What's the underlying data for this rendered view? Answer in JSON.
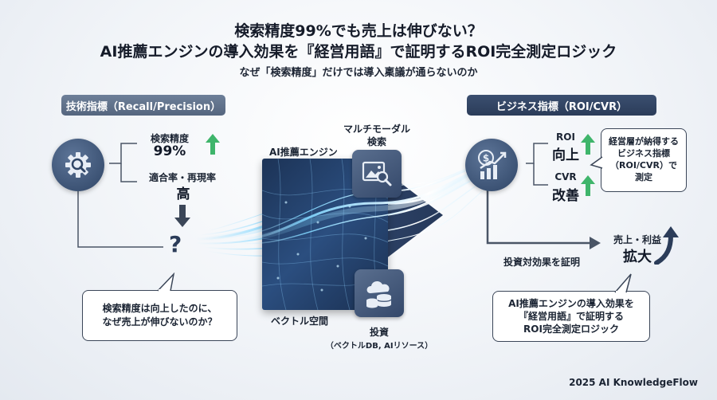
{
  "header": {
    "title_line1": "検索精度99%でも売上は伸びない？",
    "title_line2": "AI推薦エンジンの導入効果を『経営用語』で証明するROI完全測定ロジック",
    "subtitle": "なぜ「検索精度」だけでは導入稟議が通らないのか"
  },
  "left": {
    "pill": "技術指標（Recall/Precision）",
    "precision_label": "検索精度",
    "precision_value": "99%",
    "recall_label": "適合率・再現率",
    "recall_value": "高",
    "question_mark": "?",
    "bubble_line1": "検索精度は向上したのに、",
    "bubble_line2": "なぜ売上が伸びないのか？"
  },
  "center": {
    "engine_label": "AI推薦エンジン",
    "multimodal_line1": "マルチモーダル",
    "multimodal_line2": "検索",
    "vector_label": "ベクトル空間",
    "invest_label": "投資",
    "invest_sub": "（ベクトルDB, AIリソース）"
  },
  "right": {
    "pill": "ビジネス指標（ROI/CVR）",
    "roi_label": "ROI",
    "roi_value": "向上",
    "cvr_label": "CVR",
    "cvr_value": "改善",
    "bubble_line1": "経営層が納得する",
    "bubble_line2": "ビジネス指標",
    "bubble_line3": "（ROI/CVR）で",
    "bubble_line4": "測定",
    "sales_label": "売上・利益",
    "sales_value": "拡大",
    "invest_proof": "投資対効果を証明",
    "bottom_bubble_line1": "AI推薦エンジンの導入効果を",
    "bottom_bubble_line2": "『経営用語』で証明する",
    "bottom_bubble_line3": "ROI完全測定ロジック"
  },
  "footer": {
    "credit": "2025 AI KnowledgeFlow"
  },
  "colors": {
    "accent_green": "#3fb56b",
    "navy": "#2b3c59",
    "slate": "#5f718b",
    "glow": "#7fd6ff"
  },
  "icons": [
    "gear-search-icon",
    "arrow-up-icon",
    "arrow-down-icon",
    "image-search-icon",
    "cloud-database-icon",
    "dollar-growth-icon",
    "curved-arrow-up-icon"
  ]
}
